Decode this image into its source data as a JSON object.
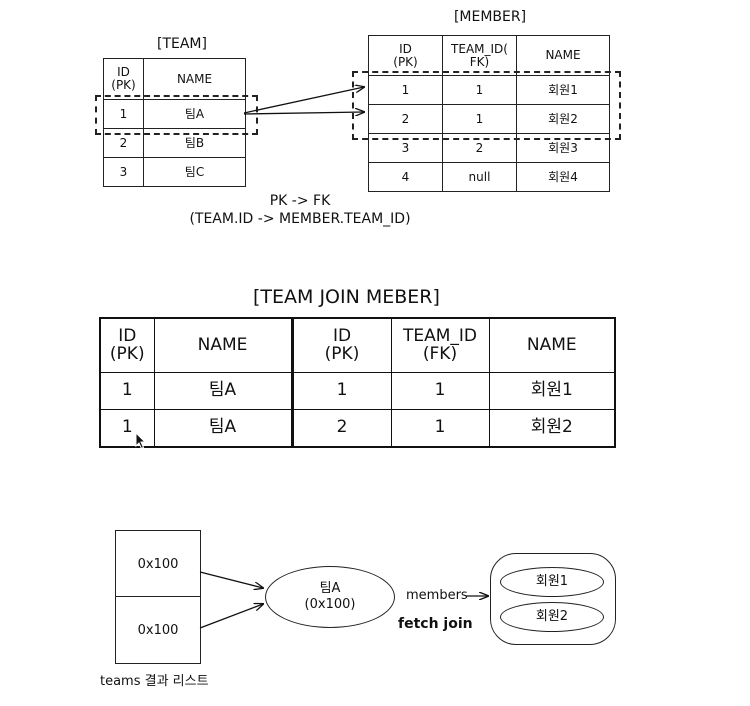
{
  "team_table": {
    "title": "[TEAM]",
    "headers": [
      "ID\n(PK)",
      "NAME"
    ],
    "rows": [
      [
        "1",
        "팀A"
      ],
      [
        "2",
        "팀B"
      ],
      [
        "3",
        "팀C"
      ]
    ]
  },
  "member_table": {
    "title": "[MEMBER]",
    "headers": [
      "ID\n(PK)",
      "TEAM_ID(\nFK)",
      "NAME"
    ],
    "rows": [
      [
        "1",
        "1",
        "회원1"
      ],
      [
        "2",
        "1",
        "회원2"
      ],
      [
        "3",
        "2",
        "회원3"
      ],
      [
        "4",
        "null",
        "회원4"
      ]
    ]
  },
  "fk_caption": {
    "line1": "PK -> FK",
    "line2": "(TEAM.ID -> MEMBER.TEAM_ID)"
  },
  "join_table": {
    "title": "[TEAM JOIN MEBER]",
    "headers": [
      "ID\n(PK)",
      "NAME",
      "ID\n(PK)",
      "TEAM_ID\n(FK)",
      "NAME"
    ],
    "rows": [
      [
        "1",
        "팀A",
        "1",
        "1",
        "회원1"
      ],
      [
        "1",
        "팀A",
        "2",
        "1",
        "회원2"
      ]
    ]
  },
  "memory": {
    "refs": [
      "0x100",
      "0x100"
    ],
    "list_caption": "teams 결과 리스트",
    "team_object": {
      "name": "팀A",
      "addr": "(0x100)"
    },
    "members_label": "members",
    "fetch_join_label": "fetch join",
    "members": [
      "회원1",
      "회원2"
    ]
  }
}
